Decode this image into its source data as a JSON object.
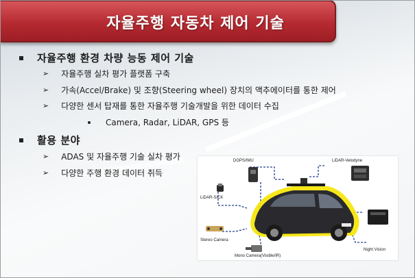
{
  "title": "자율주행 자동차 제어 기술",
  "section1": {
    "heading": "자율주행 환경 차량 능동 제어 기술",
    "items": [
      "자율주행 실차 평가 플랫폼 구축",
      "가속(Accel/Brake) 및 조향(Steering wheel) 장치의 액추에이터를 통한 제어",
      "다양한 센서 탑재를 통한 자율주행 기술개발을 위한 데이터 수집"
    ],
    "subitem": "Camera, Radar, LiDAR, GPS 등"
  },
  "section2": {
    "heading": "활용 분야",
    "items": [
      "ADAS 및 자율주행 기술 실차 평가",
      "다양한 주행 환경 데이터 취득"
    ]
  },
  "diagram": {
    "labels": {
      "dgps": "DGPS/IMU",
      "lidar_velodyne": "LiDAR-Velodyne",
      "lidar_sick": "LiDAR-SICK",
      "stereo": "Stereo Camera",
      "mono": "Mono Camera(Visible/IR)",
      "night": "Night Vision"
    },
    "colors": {
      "dashed_line": "#1f3d8c",
      "car_glow": "#f5e400",
      "car_body": "#2a2a2e"
    }
  },
  "colors": {
    "title_red": "#b62a31"
  }
}
